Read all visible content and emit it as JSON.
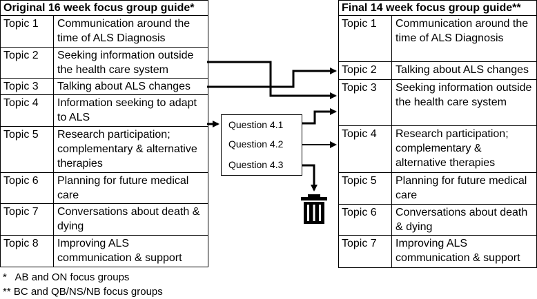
{
  "left_table": {
    "title": "Original 16 week focus group guide*",
    "rows": [
      {
        "topic": "Topic 1",
        "desc": "Communication around the time of ALS Diagnosis"
      },
      {
        "topic": "Topic 2",
        "desc": "Seeking information outside the health care system"
      },
      {
        "topic": "Topic 3",
        "desc": "Talking about ALS changes"
      },
      {
        "topic": "Topic 4",
        "desc": "Information seeking to adapt to ALS"
      },
      {
        "topic": "Topic 5",
        "desc": "Research participation; complementary & alternative therapies"
      },
      {
        "topic": "Topic 6",
        "desc": "Planning for future medical care"
      },
      {
        "topic": "Topic 7",
        "desc": "Conversations about death & dying"
      },
      {
        "topic": "Topic 8",
        "desc": "Improving ALS communication & support"
      }
    ]
  },
  "right_table": {
    "title": "Final 14 week focus group guide**",
    "rows": [
      {
        "topic": "Topic 1",
        "desc": "Communication around the time of ALS Diagnosis"
      },
      {
        "topic": "Topic 2",
        "desc": "Talking about ALS changes"
      },
      {
        "topic": "Topic 3",
        "desc": "Seeking information outside the health care system"
      },
      {
        "topic": "Topic 4",
        "desc": "Research participation; complementary & alternative therapies"
      },
      {
        "topic": "Topic 5",
        "desc": "Planning for future medical care"
      },
      {
        "topic": "Topic 6",
        "desc": "Conversations about death & dying"
      },
      {
        "topic": "Topic 7",
        "desc": "Improving ALS communication & support"
      }
    ]
  },
  "questions": [
    "Question 4.1",
    "Question 4.2",
    "Question 4.3"
  ],
  "footnotes": [
    "*   AB and ON focus groups",
    "** BC and QB/NS/NB focus groups"
  ],
  "trash_icon": "trash-icon"
}
